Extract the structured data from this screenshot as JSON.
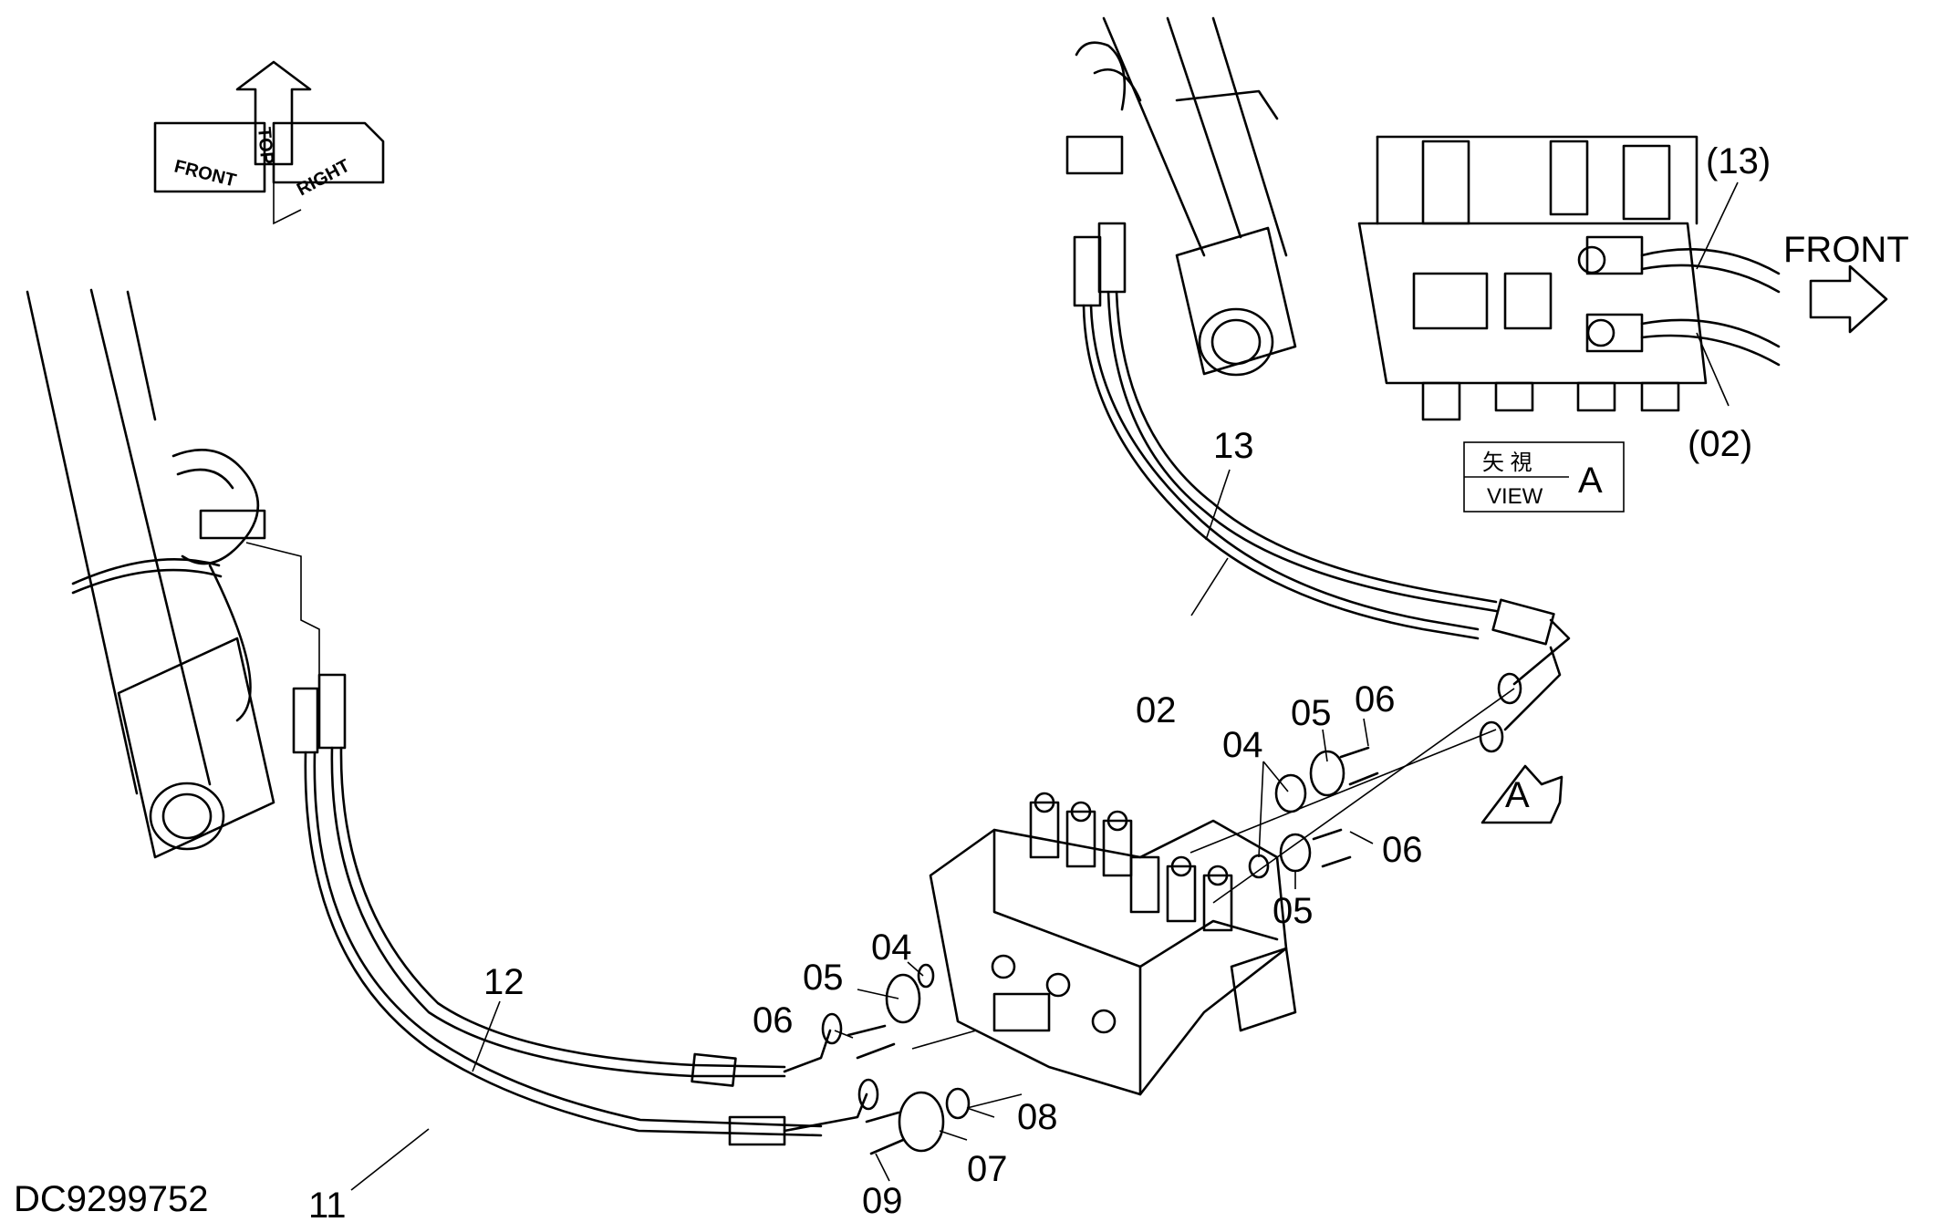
{
  "drawing_id": "DC9299752",
  "orientation": {
    "front": "FRONT",
    "top": "TOP",
    "right": "RIGHT"
  },
  "view_box": {
    "kanji": "矢 視",
    "view_label": "VIEW",
    "letter": "A"
  },
  "view_marker": "A",
  "inset": {
    "front_label": "FRONT",
    "hose_upper": "(13)",
    "hose_lower": "(02)"
  },
  "callouts": {
    "c13": "13",
    "c02": "02",
    "c12": "12",
    "c11": "11",
    "c05_tr": "05",
    "c06_tr": "06",
    "c04_tr": "04",
    "c06_mr": "06",
    "c05_mr": "05",
    "c04_l": "04",
    "c05_l": "05",
    "c06_l": "06",
    "c08": "08",
    "c07": "07",
    "c09": "09"
  }
}
